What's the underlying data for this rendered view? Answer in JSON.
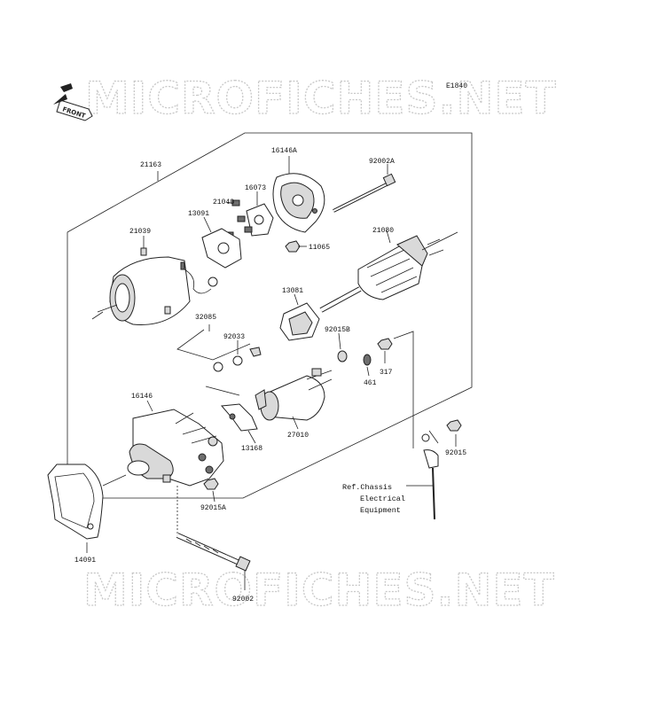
{
  "diagram_code": "E1840",
  "watermark": "MICROFICHES.NET",
  "front_label": "FRONT",
  "reference_note": [
    "Ref.Chassis",
    "Electrical",
    "Equipment"
  ],
  "parts": {
    "p21163": "21163",
    "p16146A": "16146A",
    "p92002A": "92002A",
    "p16073": "16073",
    "p21040": "21040",
    "p13091": "13091",
    "p21039": "21039",
    "p11065": "11065",
    "p21080": "21080",
    "p13081": "13081",
    "p32085": "32085",
    "p92033": "92033",
    "p92015B": "92015B",
    "p317": "317",
    "p461": "461",
    "p16146": "16146",
    "p27010": "27010",
    "p13168": "13168",
    "p92015": "92015",
    "p92015A": "92015A",
    "p14091": "14091",
    "p92002": "92002"
  }
}
